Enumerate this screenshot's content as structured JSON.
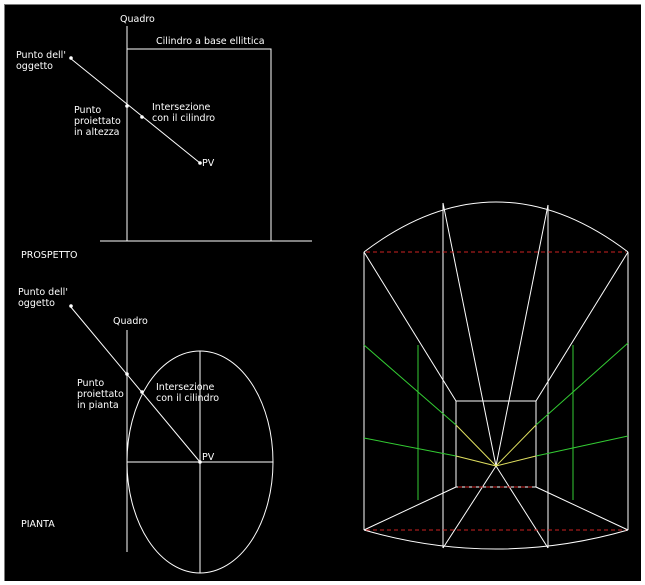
{
  "colors": {
    "background": "#000000",
    "line": "#ffffff",
    "hidden": "#cc2222",
    "green": "#33cc33",
    "yellow": "#e0e060"
  },
  "elevation": {
    "quadro": "Quadro",
    "cylinder_title": "Cilindro a base ellittica",
    "object_point": [
      "Punto dell'",
      "oggetto"
    ],
    "projected_point": [
      "Punto",
      "proiettato",
      "in altezza"
    ],
    "intersection": [
      "Intersezione",
      "con il cilindro"
    ],
    "pv": "PV",
    "view_name": "PROSPETTO"
  },
  "plan": {
    "object_point": [
      "Punto dell'",
      "oggetto"
    ],
    "quadro": "Quadro",
    "projected_point": [
      "Punto",
      "proiettato",
      "in pianta"
    ],
    "intersection": [
      "Intersezione",
      "con il cilindro"
    ],
    "pv": "PV",
    "view_name": "PIANTA"
  }
}
